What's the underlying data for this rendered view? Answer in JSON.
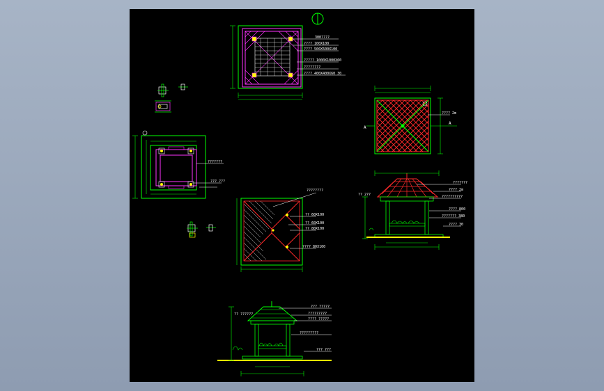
{
  "colors": {
    "background_left": "#a7b4c6",
    "sheet": "#000000",
    "green": "#00ff00",
    "magenta": "#ff33ff",
    "red": "#ff2a2a",
    "white": "#ffffff",
    "yellow": "#ffff00",
    "cyan": "#00ffff"
  },
  "foundation_plan": {
    "callouts": [
      "300????",
      "????  100X100",
      "????  500X500X100",
      "?????  1000X1000X60",
      "????????",
      "????  400X400X60  30"
    ]
  },
  "roof_plan": {
    "marker_left": "A",
    "marker_right": "A",
    "callout": "????  2m"
  },
  "column_plan": {
    "callout_1": "???????",
    "callout_2": "???  ???"
  },
  "framing_plan": {
    "callouts": [
      "????????",
      "??  60X100",
      "??  60X100",
      "??  80X100",
      "????  80X100"
    ]
  },
  "side_elevation": {
    "callouts": [
      "???????",
      "????  2m",
      "??????????",
      "????  800",
      "???????  380",
      "????  30"
    ],
    "level_left": "?? 2??"
  },
  "front_elevation": {
    "callouts": [
      "???  ?????",
      "?????????",
      "????  ?????",
      "?????????",
      "???  ???"
    ],
    "level_label": "??  ??????"
  }
}
